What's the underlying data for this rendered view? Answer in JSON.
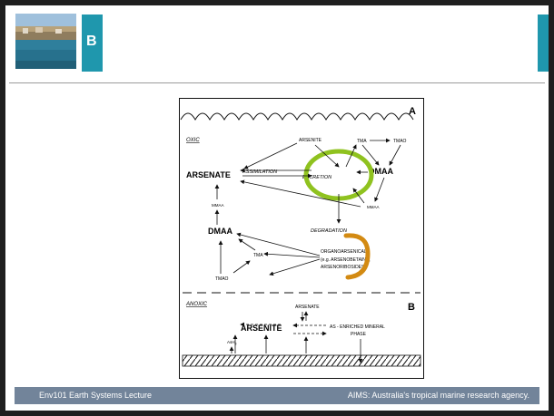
{
  "slide": {
    "title_letter": "B"
  },
  "figure": {
    "panel_a": "A",
    "panel_b": "B",
    "oxic": "OXIC",
    "anoxic": "ANOXIC",
    "arsenate_a": "ARSENATE",
    "arsenite_a": "ARSENITE",
    "assimilation": "ASSIMILATION",
    "excretion": "EXCRETION",
    "tma": "TMA",
    "tmao": "TMAO",
    "dmaa_right": "DMAA",
    "mmaa_right": "MMAA",
    "mmaa_left": "MMAA",
    "dmaa_left": "DMAA",
    "degradation": "DEGRADATION",
    "tma_left": "TMA",
    "tmao_left": "TMAO",
    "organo_1": "ORGANOARSENICALS",
    "organo_2": "(e.g. ARSENOBETAINE,",
    "organo_3": "ARSENORIBOSIDES)",
    "arsenate_b": "ARSENATE",
    "arsenite_b": "ARSENITE",
    "mineral_1": "AS - ENRICHED MINERAL",
    "mineral_2": "PHASE",
    "ash3": "AsH",
    "ash3_sub": "3",
    "highlight_green": "#8fc21f",
    "highlight_orange": "#d38a12"
  },
  "footer": {
    "left": "Env101 Earth Systems Lecture",
    "right": "AIMS: Australia's tropical marine research agency."
  },
  "colors": {
    "accent": "#1f97ad",
    "footer_bg": "#72849a"
  }
}
